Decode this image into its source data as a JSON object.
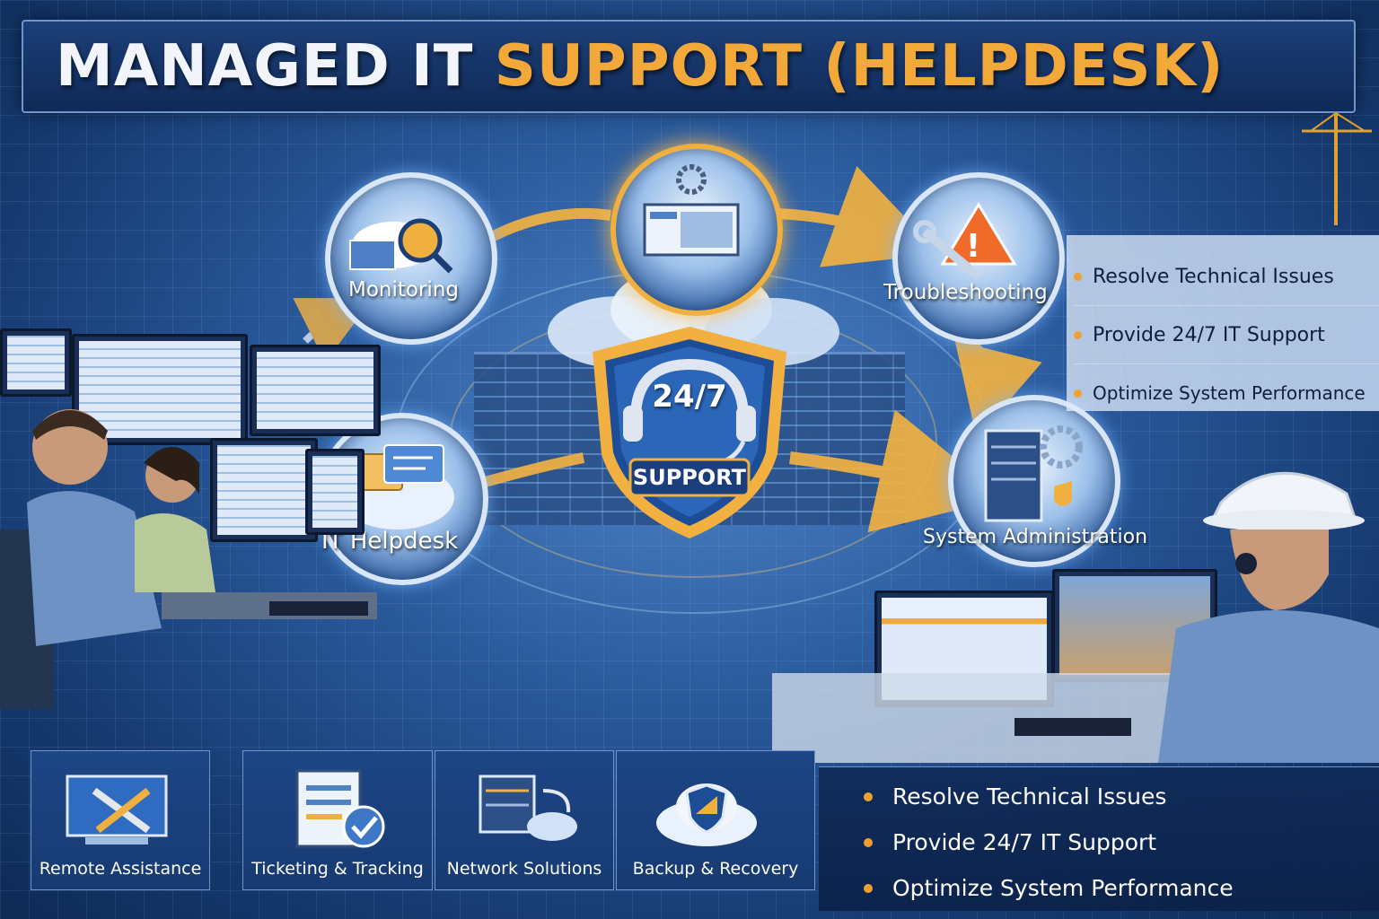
{
  "title": {
    "part1": "MANAGED IT ",
    "part2": "SUPPORT (HELPDESK)"
  },
  "process_nodes": [
    {
      "label": "Monitoring",
      "icon": "cloud-magnifier-icon"
    },
    {
      "label": "Troubleshooting",
      "icon": "wrench-warning-icon"
    },
    {
      "label": "IT Helpdesk",
      "icon": "chat-bubbles-icon"
    },
    {
      "label": "System Administration",
      "icon": "server-gear-icon"
    },
    {
      "label": "",
      "icon": "gear-dashboard-icon"
    }
  ],
  "center": {
    "hours": "24/7",
    "label": "SUPPORT",
    "icon": "headset-icon"
  },
  "bullets_top": [
    "Resolve Technical Issues",
    "Provide 24/7 IT Support",
    "Optimize System Performance"
  ],
  "services": [
    {
      "label": "Remote Assistance",
      "icon": "remote-tools-icon"
    },
    {
      "label": "Ticketing & Tracking",
      "icon": "ticket-check-icon"
    },
    {
      "label": "Network Solutions",
      "icon": "network-server-icon"
    },
    {
      "label": "Backup & Recovery",
      "icon": "cloud-shield-icon"
    }
  ],
  "bullets_bottom": [
    "Resolve Technical Issues",
    "Provide 24/7 IT Support",
    "Optimize System Performance"
  ],
  "colors": {
    "accent": "#f2a93a",
    "navy": "#0f2a58",
    "blue": "#2a5a9c"
  }
}
